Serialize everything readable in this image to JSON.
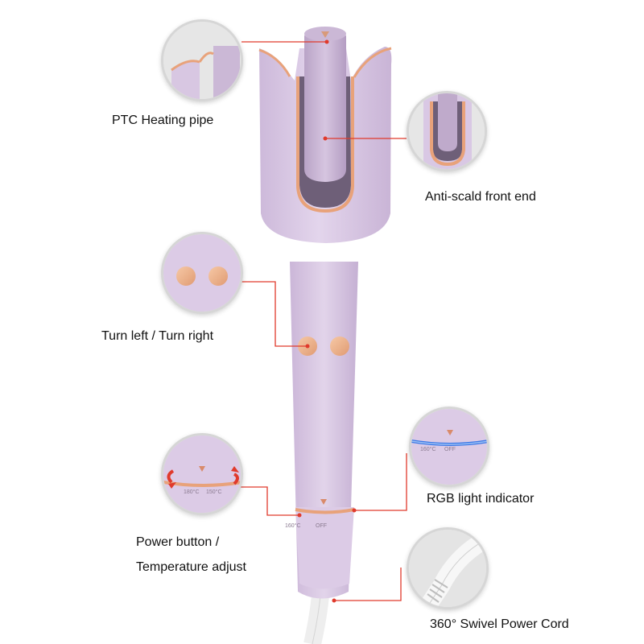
{
  "callouts": {
    "ptc_heating_pipe": "PTC Heating pipe",
    "anti_scald_front_end": "Anti-scald front end",
    "turn_left_right": "Turn left / Turn right",
    "rgb_light_indicator": "RGB light indicator",
    "power_button_line1": "Power button /",
    "power_button_line2": "Temperature adjust",
    "swivel_power_cord": "360° Swivel Power Cord"
  },
  "dial": {
    "temp_low": "160°C",
    "temp_mid": "180°C",
    "temp_high": "150°C",
    "off_label": "OFF"
  },
  "colors": {
    "body_lilac": "#dccbe6",
    "rose_gold": "#e8a27a",
    "leader_red": "#e03a2c",
    "indicator_blue": "#3a78e6",
    "cord_white": "#f2f2f2"
  },
  "icons": [
    "dial-arrow-icon",
    "rotate-left-icon",
    "rotate-right-icon"
  ]
}
